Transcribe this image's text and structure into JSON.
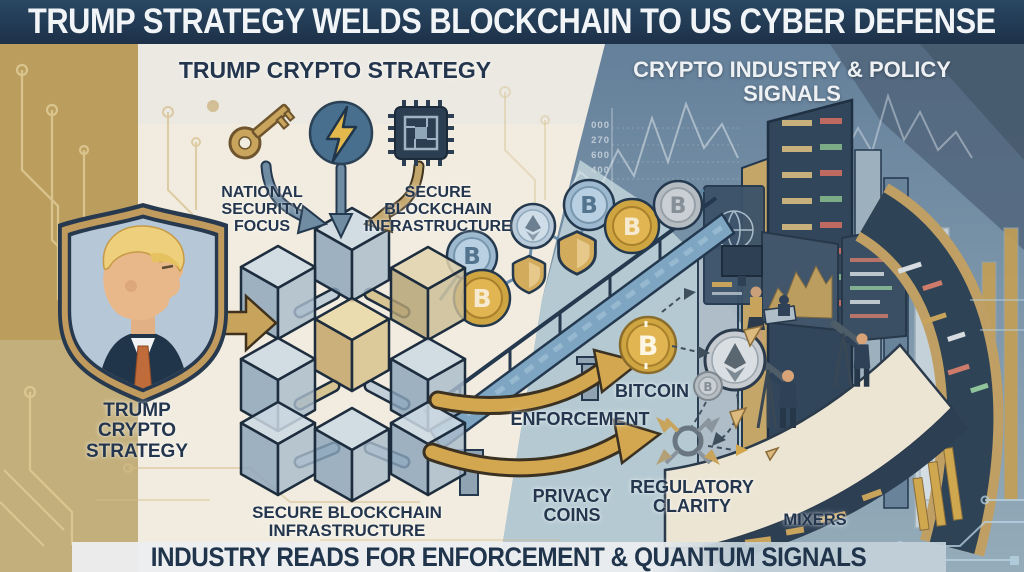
{
  "banners": {
    "top": "TRUMP STRATEGY WELDS BLOCKCHAIN TO US CYBER DEFENSE",
    "bottom": "INDUSTRY READS FOR ENFORCEMENT & QUANTUM SIGNALS"
  },
  "sections": {
    "left_title": "TRUMP CRYPTO STRATEGY",
    "right_title": "CRYPTO INDUSTRY & POLICY SIGNALS"
  },
  "flow_labels": {
    "national_security": "NATIONAL SECURITY FOCUS",
    "secure_blockchain_top": "SECURE BLOCKCHAIN INFRASTRUCTURE",
    "shield_caption": "TRUMP CRYPTO STRATEGY",
    "secure_blockchain_bottom": "SECURE BLOCKCHAIN INFRASTRUCTURE",
    "enforcement": "ENFORCEMENT",
    "bitcoin": "BITCOIN",
    "privacy_coins": "PRIVACY COINS",
    "regulatory_clarity": "REGULATORY CLARITY",
    "mixers": "MIXERS"
  },
  "background_chart": {
    "axis_ticks": [
      "000",
      "270",
      "600",
      "400"
    ]
  },
  "icon_names": {
    "key": "key-icon",
    "lightning": "lightning-icon",
    "chip": "chip-icon",
    "shield": "trump-shield-icon",
    "bitcoin_coin": "bitcoin-coin-icon",
    "ethereum_coin": "ethereum-coin-icon",
    "mixer": "mixer-icon",
    "telescope": "telescope-observer-icon"
  },
  "colors": {
    "banner_navy": "#1d3148",
    "text_navy": "#24364e",
    "gold": "#c9a45c",
    "cream": "#f1ecdf",
    "steel_blue": "#7c95a9",
    "teal_light": "#b4c9d2"
  }
}
